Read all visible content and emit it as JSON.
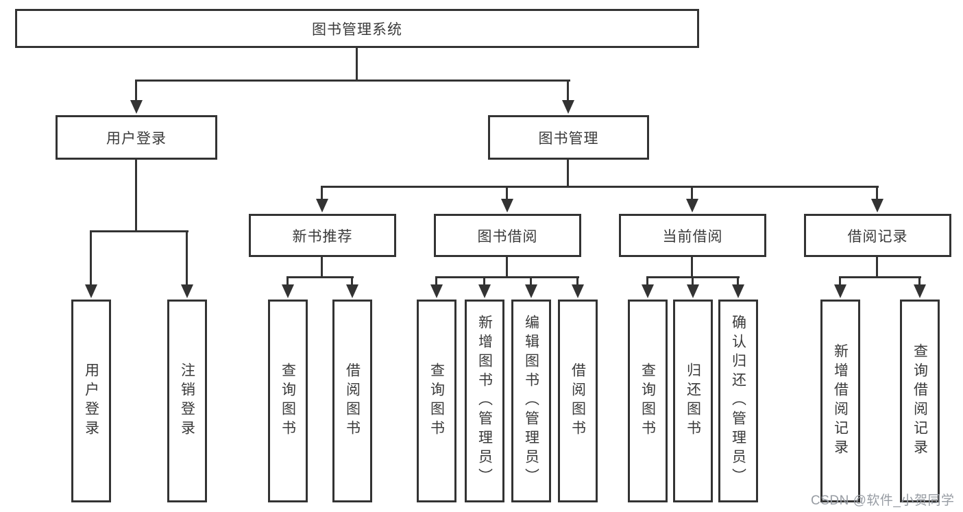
{
  "diagram": {
    "root": {
      "label": "图书管理系统"
    },
    "login": {
      "label": "用户登录",
      "children": [
        {
          "label": "用户登录"
        },
        {
          "label": "注销登录"
        }
      ]
    },
    "mgmt": {
      "label": "图书管理",
      "sections": [
        {
          "label": "新书推荐",
          "children": [
            {
              "label": "查询图书"
            },
            {
              "label": "借阅图书"
            }
          ]
        },
        {
          "label": "图书借阅",
          "children": [
            {
              "label": "查询图书"
            },
            {
              "label": "新增图书（管理员）"
            },
            {
              "label": "编辑图书（管理员）"
            },
            {
              "label": "借阅图书"
            }
          ]
        },
        {
          "label": "当前借阅",
          "children": [
            {
              "label": "查询图书"
            },
            {
              "label": "归还图书"
            },
            {
              "label": "确认归还（管理员）"
            }
          ]
        },
        {
          "label": "借阅记录",
          "children": [
            {
              "label": "新增借阅记录"
            },
            {
              "label": "查询借阅记录"
            }
          ]
        }
      ]
    },
    "watermark": "CSDN @软件_小贺同学",
    "colors": {
      "line": "#333333",
      "text": "#3a3a3a",
      "background": "#ffffff",
      "watermark": "#979ca3"
    }
  }
}
